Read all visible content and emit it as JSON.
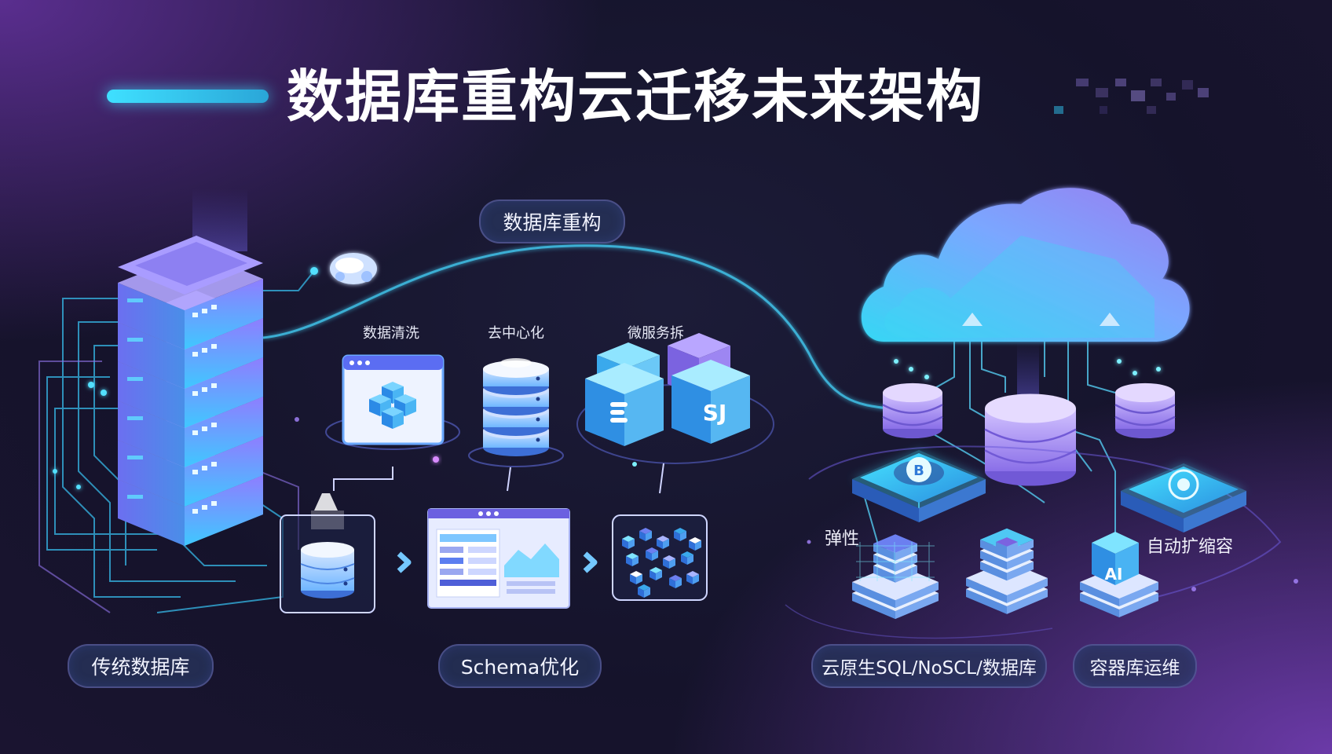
{
  "title": "数据库重构云迁移未来架构",
  "top_pill": "数据库重构",
  "steps": {
    "cleaning": "数据清洗",
    "decentralize": "去中心化",
    "microservices": "微服务拆",
    "micro_badge_text": "SJ"
  },
  "bottom_pills": {
    "traditional": "传统数据库",
    "schema": "Schema优化",
    "cloud_native": "云原生SQL/NoSCL/数据库",
    "ops": "容器库运维"
  },
  "cloud_labels": {
    "elastic": "弹性",
    "autoscale": "自动扩缩容",
    "ai_badge": "AI"
  },
  "colors": {
    "accent_cyan": "#3fe0ff",
    "accent_violet": "#9b7bff",
    "bg_dark": "#15132b"
  }
}
